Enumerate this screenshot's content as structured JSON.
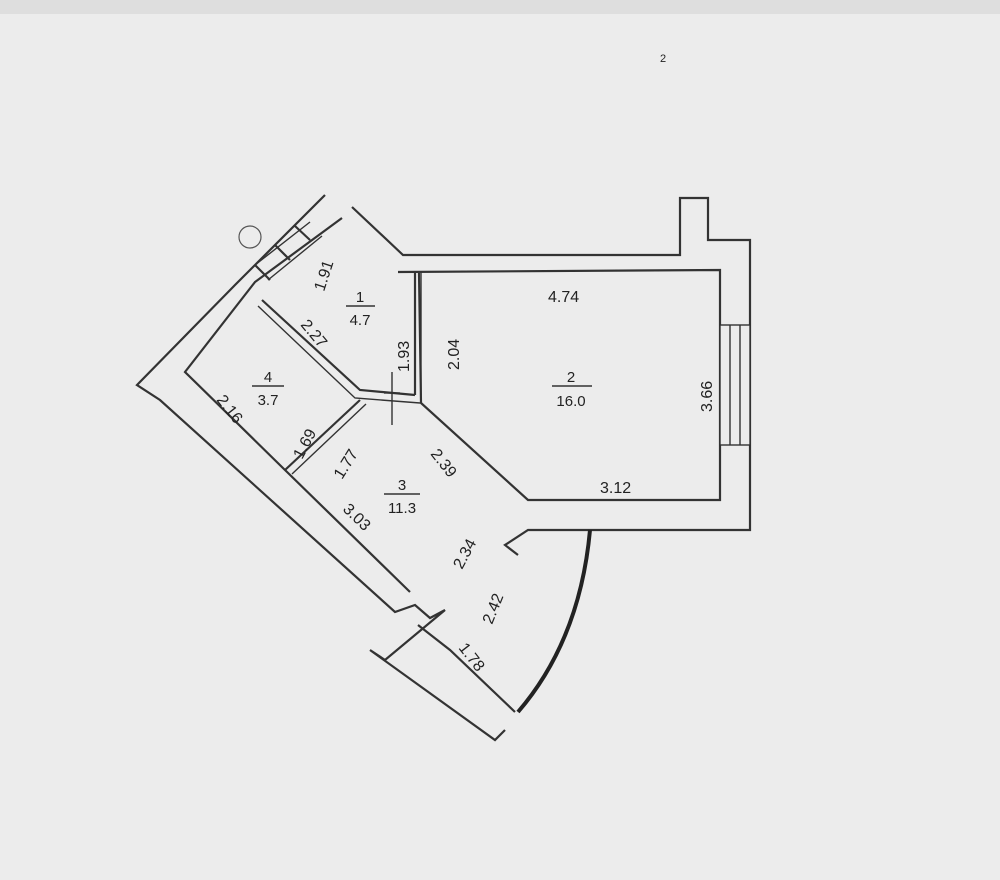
{
  "colors": {
    "paper": "#ececec",
    "ink": "#333333",
    "text": "#222222"
  },
  "corner_mark": "2",
  "rooms": [
    {
      "number": "1",
      "area": "4.7"
    },
    {
      "number": "2",
      "area": "16.0"
    },
    {
      "number": "3",
      "area": "11.3"
    },
    {
      "number": "4",
      "area": "3.7"
    }
  ],
  "dimensions": {
    "d1_91": "1.91",
    "d2_27": "2.27",
    "d1_93": "1.93",
    "d2_04": "2.04",
    "d4_74": "4.74",
    "d3_66": "3.66",
    "d3_12": "3.12",
    "d2_16": "2.16",
    "d1_69": "1.69",
    "d1_77": "1.77",
    "d2_39": "2.39",
    "d3_03": "3.03",
    "d2_34": "2.34",
    "d2_42": "2.42",
    "d1_78": "1.78"
  }
}
